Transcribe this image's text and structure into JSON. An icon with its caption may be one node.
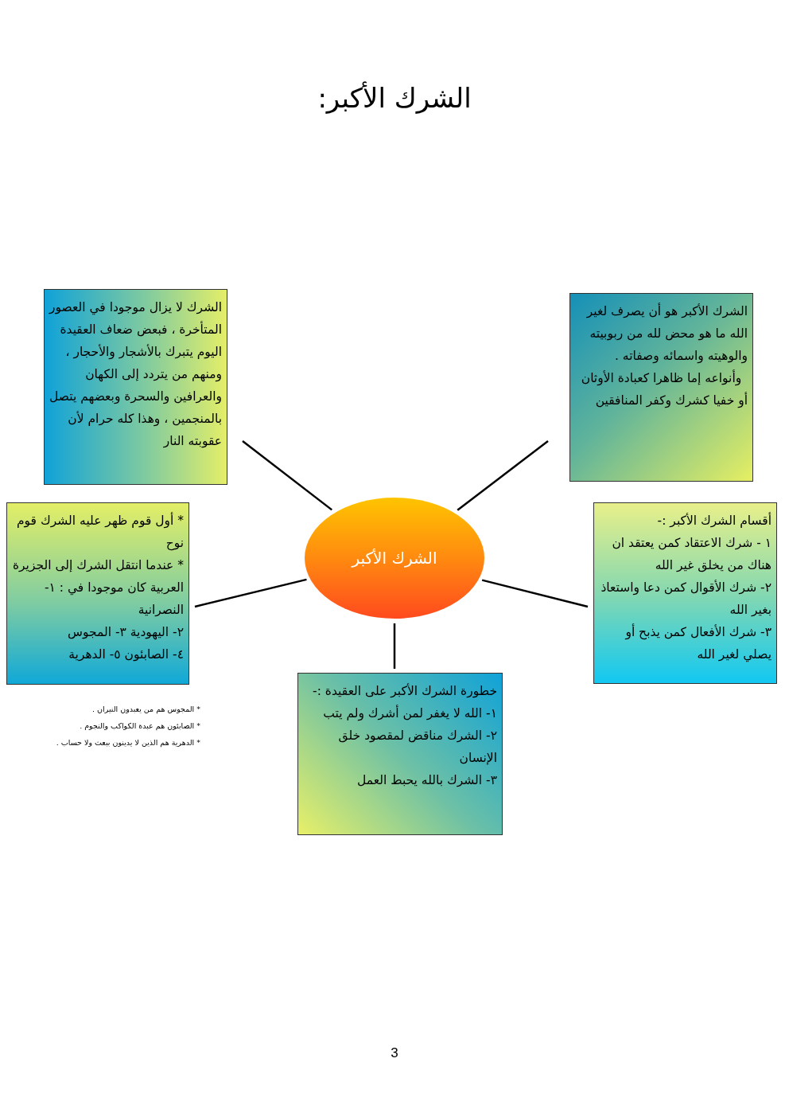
{
  "diagram": {
    "title": "الشرك الأكبر:",
    "nodes": [
      {
        "text": [
          "الشرك الأكبر هو أن يصرف لغير الله ما هو محض لله من ربوبيته والوهيته واسمائه وصفاته .",
          "وأنواعه إما ظاهرا كعبادة الأوثان",
          "أو خفيا كشرك وكفر المنافقين"
        ]
      },
      {
        "text": [
          "الشرك لا يزال موجودا في العصور المتأخرة ، فبعض ضعاف العقيدة اليوم يتبرك بالأشجار والأحجار ، ومنهم من يتردد إلى الكهان والعرافين والسحرة وبعضهم يتصل بالمنجمين ، وهذا كله حرام لأن عقوبته النار"
        ]
      },
      {
        "text": [
          "الشرك الأكبر"
        ]
      },
      {
        "text": [
          "أقسام الشرك الأكبر :-",
          "١ - شرك الاعتقاد كمن يعتقد ان هناك من يخلق غير الله",
          "٢- شرك الأقوال كمن دعا واستعاذ بغير الله",
          "٣- شرك الأفعال كمن يذبح أو يصلي لغير الله"
        ]
      },
      {
        "text": [
          "* أول قوم ظهر عليه الشرك قوم نوح",
          "* عندما انتقل الشرك إلى الجزيرة العربية كان موجودا في : ١- النصرانية",
          "٢- اليهودية   ٣- المجوس",
          "٤- الصابئون   ٥- الدهرية"
        ]
      },
      {
        "text": [
          "خطورة الشرك الأكبر على العقيدة :-",
          "١- الله لا يغفر لمن أشرك ولم يتب",
          "٢- الشرك مناقض لمقصود خلق الإنسان",
          "٣- الشرك بالله يحبط العمل"
        ]
      }
    ],
    "edges": [
      {
        "from": 2,
        "to": 0,
        "arrow": "none"
      },
      {
        "from": 2,
        "to": 1,
        "arrow": "none"
      },
      {
        "from": 2,
        "to": 3,
        "arrow": "none"
      },
      {
        "from": 2,
        "to": 4,
        "arrow": "none"
      },
      {
        "from": 2,
        "to": 5,
        "arrow": "none"
      }
    ],
    "labels": [
      "* المجوس هم من يعبدون النيران .",
      "* الصابئون هم عبدة الكواكب والنجوم .",
      "* الدهرية هم الذين لا يدينون ببعث ولا حساب .",
      "3"
    ]
  }
}
